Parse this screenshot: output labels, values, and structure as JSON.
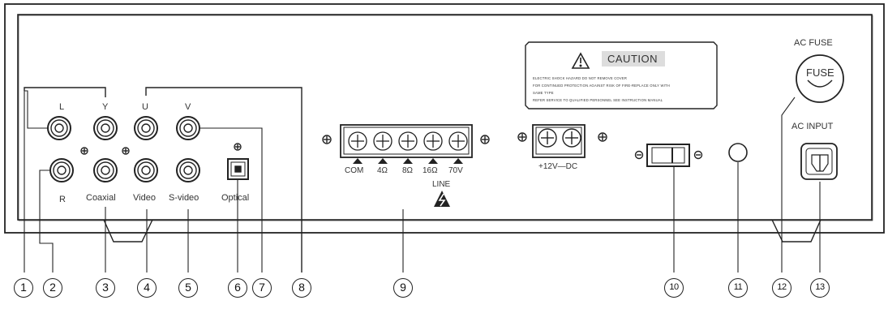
{
  "jacks": {
    "l": "L",
    "r": "R",
    "y": "Y",
    "u": "U",
    "v": "V",
    "coaxial": "Coaxial",
    "video": "Video",
    "svideo": "S-video",
    "optical": "Optical"
  },
  "terminals": {
    "labels": [
      "COM",
      "4Ω",
      "8Ω",
      "16Ω",
      "70V"
    ],
    "line": "LINE",
    "dc": "+12V—DC"
  },
  "caution": {
    "title": "CAUTION",
    "lines": [
      "ELECTRIC SHOCK HAZARD  DO NOT REMOVE COVER",
      "FOR CONTINUED PROTECTION AGAINST RISK OF FIRE-REPLACE ONLY WITH",
      "SAME TYPE",
      "REFER SERVICE TO QUALIFIED PERSONNEL SEE INSTRUCTION MANUAL"
    ]
  },
  "fuse": {
    "title": "AC FUSE",
    "label": "FUSE"
  },
  "ac_input": "AC INPUT",
  "callouts": [
    "1",
    "2",
    "3",
    "4",
    "5",
    "6",
    "7",
    "8",
    "9",
    "10",
    "11",
    "12",
    "13"
  ]
}
